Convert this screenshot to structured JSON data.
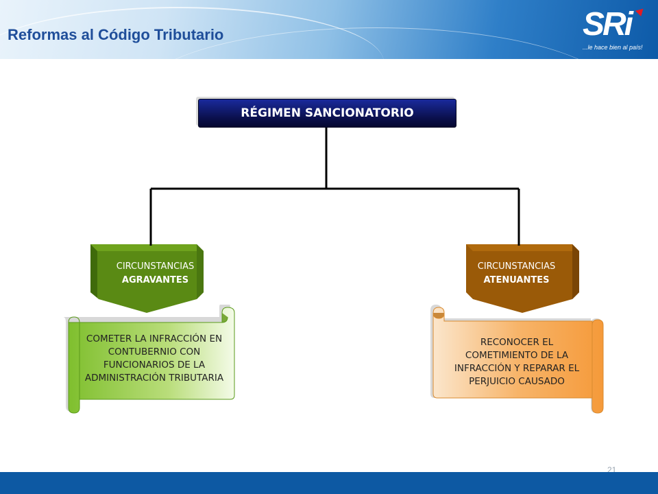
{
  "header": {
    "title": "Reformas al Código Tributario"
  },
  "logo": {
    "name": "SRi",
    "tagline": "...le hace bien al país!"
  },
  "diagram": {
    "root": {
      "label": "RÉGIMEN SANCIONATORIO"
    },
    "branches": [
      {
        "line1": "CIRCUNSTANCIAS",
        "line2": "AGRAVANTES",
        "color": "#5a8a14",
        "detail": "COMETER LA INFRACCIÓN EN CONTUBERNIO CON FUNCIONARIOS DE LA ADMINISTRACIÓN TRIBUTARIA"
      },
      {
        "line1": "CIRCUNSTANCIAS",
        "line2": "ATENUANTES",
        "color": "#9a5a08",
        "detail": "RECONOCER EL COMETIMIENTO DE LA INFRACCIÓN Y REPARAR EL PERJUICIO CAUSADO"
      }
    ]
  },
  "footer": {
    "page_number": "21"
  },
  "colors": {
    "title": "#1f4e9a",
    "root_box": "#0a0f4a",
    "footer_bar": "#0d59a3",
    "agravantes": "#5a8a14",
    "atenuantes": "#9a5a08",
    "scroll_green": "#8cc63f",
    "scroll_orange": "#f7a34b"
  }
}
